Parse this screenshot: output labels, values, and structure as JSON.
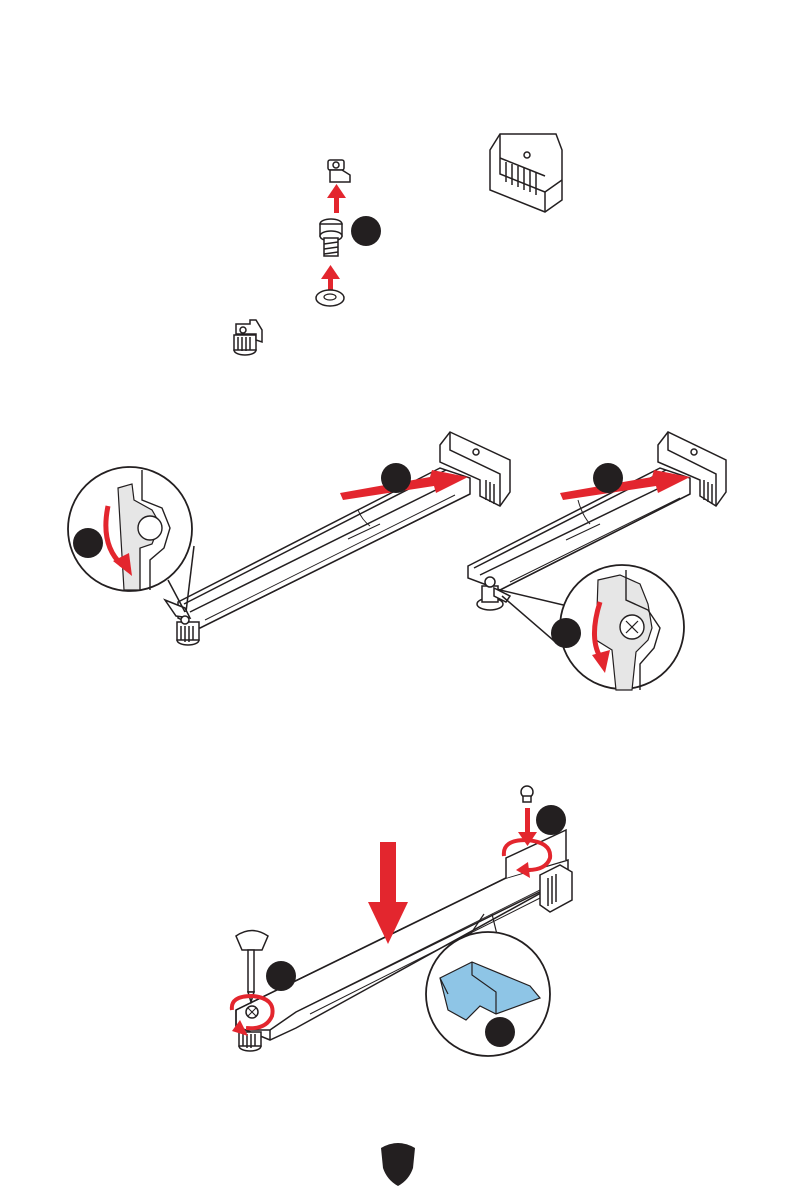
{
  "document": {
    "type": "installation-manual-page",
    "steps": [
      {
        "step": "remove-standoff-install-latch",
        "callouts": [
          "",
          ""
        ]
      },
      {
        "step": "insert-m2-ssd-rotate-latch",
        "callouts": [
          "",
          "",
          "",
          ""
        ]
      },
      {
        "step": "press-down-secure-screw",
        "callouts": [
          "",
          "",
          ""
        ]
      }
    ]
  },
  "colors": {
    "accent_red": "#e3262e",
    "outline": "#231f20",
    "thermal_pad": "#8ec5e6",
    "callout_fill": "#231f20",
    "logo_fill": "#231f20"
  },
  "icons": [
    "screw-icon",
    "standoff-icon",
    "latch-icon",
    "connector-icon",
    "screwdriver-icon",
    "logo-shield-icon"
  ]
}
